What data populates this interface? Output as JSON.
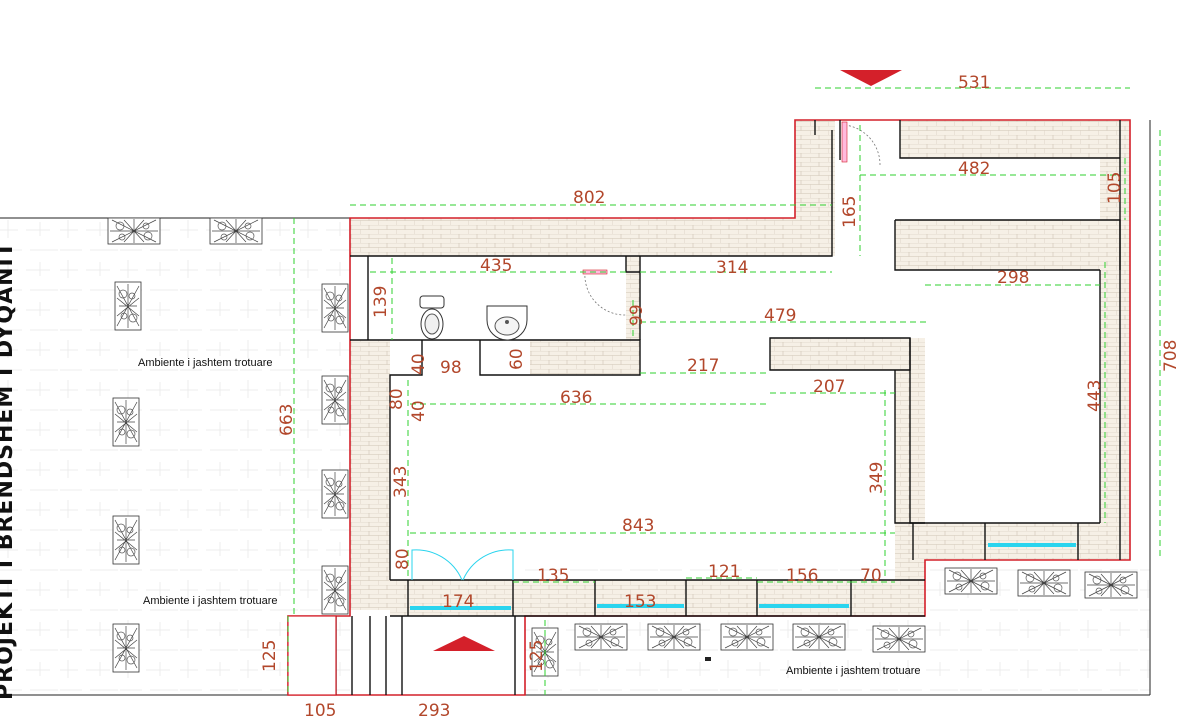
{
  "side_title": "PROJEKTI I BRENDSHEM I DYQANIT",
  "labels": {
    "outdoor_left_top": "Ambiente i jashtem trotuare",
    "outdoor_left_bottom": "Ambiente i jashtem trotuare",
    "outdoor_bottom_right": "Ambiente i jashtem trotuare"
  },
  "dimensions": [
    {
      "id": "d531",
      "text": "531"
    },
    {
      "id": "d802",
      "text": "802"
    },
    {
      "id": "d482",
      "text": "482"
    },
    {
      "id": "d165",
      "text": "165"
    },
    {
      "id": "d105a",
      "text": "105"
    },
    {
      "id": "d435",
      "text": "435"
    },
    {
      "id": "d314",
      "text": "314"
    },
    {
      "id": "d298",
      "text": "298"
    },
    {
      "id": "d139",
      "text": "139"
    },
    {
      "id": "d99",
      "text": "99"
    },
    {
      "id": "d479",
      "text": "479"
    },
    {
      "id": "d708",
      "text": "708"
    },
    {
      "id": "d40a",
      "text": "40"
    },
    {
      "id": "d98",
      "text": "98"
    },
    {
      "id": "d60",
      "text": "60"
    },
    {
      "id": "d217",
      "text": "217"
    },
    {
      "id": "d207",
      "text": "207"
    },
    {
      "id": "d80a",
      "text": "80"
    },
    {
      "id": "d40b",
      "text": "40"
    },
    {
      "id": "d636",
      "text": "636"
    },
    {
      "id": "d663",
      "text": "663"
    },
    {
      "id": "d443",
      "text": "443"
    },
    {
      "id": "d343",
      "text": "343"
    },
    {
      "id": "d349",
      "text": "349"
    },
    {
      "id": "d843",
      "text": "843"
    },
    {
      "id": "d80b",
      "text": "80"
    },
    {
      "id": "d135",
      "text": "135"
    },
    {
      "id": "d121",
      "text": "121"
    },
    {
      "id": "d156",
      "text": "156"
    },
    {
      "id": "d70",
      "text": "70"
    },
    {
      "id": "d174",
      "text": "174"
    },
    {
      "id": "d153",
      "text": "153"
    },
    {
      "id": "d125a",
      "text": "125"
    },
    {
      "id": "d125b",
      "text": "125"
    },
    {
      "id": "d105b",
      "text": "105"
    },
    {
      "id": "d293",
      "text": "293"
    }
  ],
  "colors": {
    "dimension_text": "#b2472b",
    "dimension_line": "#2fd12f",
    "exterior_wall": "#d4202a",
    "glass": "#2ad4ee",
    "entrance_arrow": "#d4202a"
  },
  "icons": {
    "entrance_top": "entrance-arrow-down-icon",
    "entrance_bottom": "entrance-arrow-up-icon",
    "planter": "planter-icon",
    "toilet": "toilet-icon",
    "sink": "sink-icon"
  }
}
